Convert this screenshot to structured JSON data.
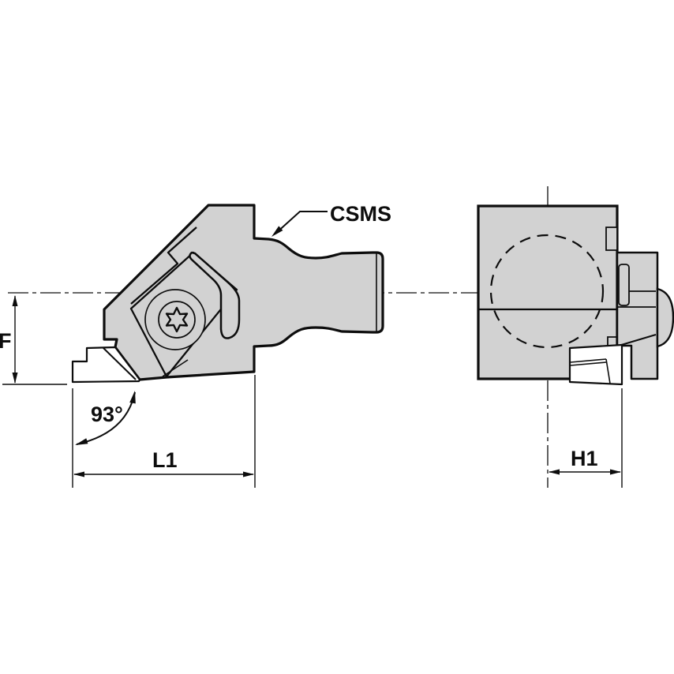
{
  "drawing": {
    "type": "technical-engineering-drawing",
    "views": {
      "side_view": "cutting head with insert, clamp screw and CSMS quick-change shank",
      "end_view": "square body with hidden bore circle, clamp screw dome and insert"
    },
    "labels": {
      "leader_callout": "CSMS",
      "dim_height": "F",
      "dim_length": "L1",
      "dim_offset": "H1",
      "angle": "93°"
    },
    "colors": {
      "ink": "#0d0d0d",
      "body_fill": "#d2d2d2",
      "insert_fill": "#ffffff",
      "bg": "#ffffff"
    }
  }
}
